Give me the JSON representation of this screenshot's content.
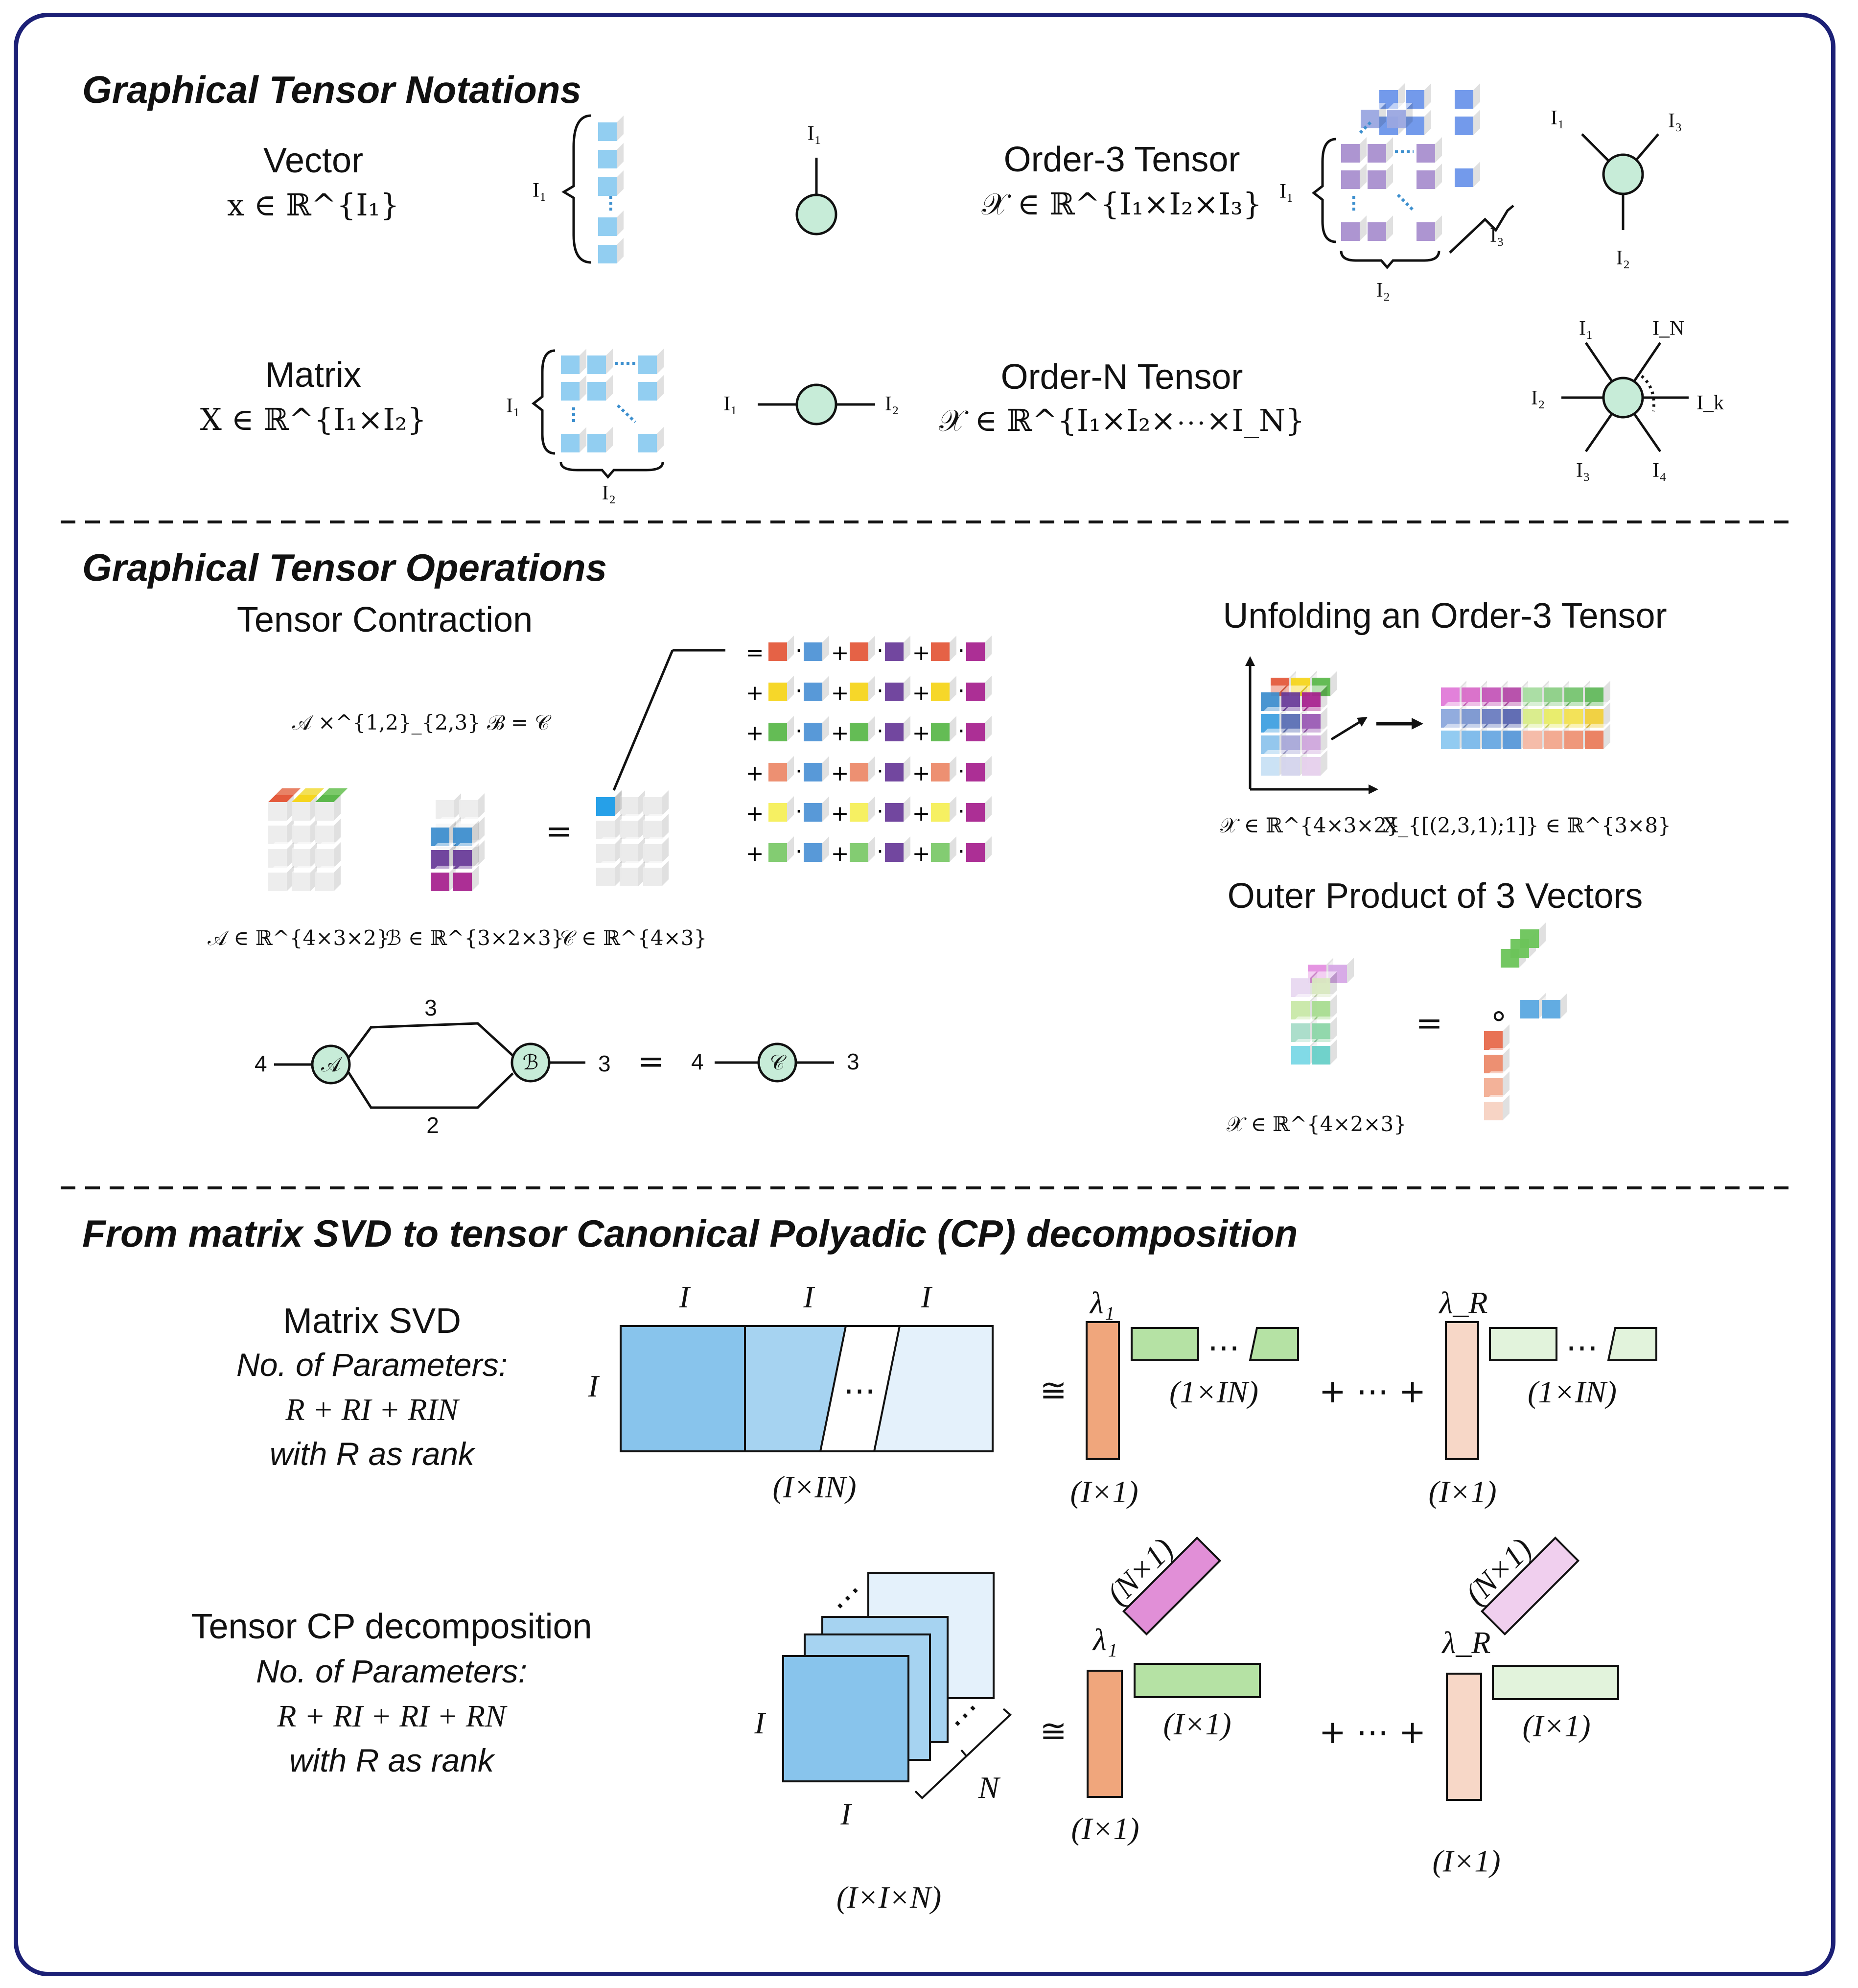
{
  "sections": {
    "notations": "Graphical Tensor Notations",
    "operations": "Graphical Tensor Operations",
    "decomposition": "From matrix SVD to tensor Canonical Polyadic (CP) decomposition"
  },
  "notations": {
    "vector": {
      "title": "Vector",
      "formula": "x ∈ ℝ^{I₁}",
      "index": "I₁"
    },
    "matrix": {
      "title": "Matrix",
      "formula": "X ∈ ℝ^{I₁×I₂}",
      "index_left": "I₁",
      "index_right": "I₂",
      "index_bottom": "I₂"
    },
    "order3": {
      "title": "Order-3 Tensor",
      "formula": "𝒳 ∈ ℝ^{I₁×I₂×I₃}",
      "i1": "I₁",
      "i2": "I₂",
      "i3": "I₃"
    },
    "orderN": {
      "title": "Order-N Tensor",
      "formula": "𝒳 ∈ ℝ^{I₁×I₂×⋯×I_N}",
      "i1": "I₁",
      "iN": "I_N",
      "i2": "I₂",
      "ik": "I_k",
      "i3": "I₃",
      "i4": "I₄"
    }
  },
  "operations": {
    "contraction": {
      "title": "Tensor Contraction",
      "equation": "𝒜 ×^{1,2}_{2,3} ℬ = 𝒞",
      "a_label": "𝒜 ∈ ℝ^{4×3×2}",
      "b_label": "ℬ ∈ ℝ^{3×2×3}",
      "c_label": "𝒞 ∈ ℝ^{4×3}",
      "equals": "=",
      "graph": {
        "left": "4",
        "top": "3",
        "bottom": "2",
        "right": "3",
        "c_left": "4",
        "c_right": "3",
        "a": "𝒜",
        "b": "ℬ",
        "c": "𝒞"
      }
    },
    "unfolding": {
      "title": "Unfolding  an Order-3 Tensor",
      "x_label": "𝒳 ∈ ℝ^{4×3×2}",
      "result_label": "X_{[(2,3,1);1]} ∈ ℝ^{3×8}"
    },
    "outer": {
      "title": "Outer Product of 3 Vectors",
      "x_label": "𝒳 ∈ ℝ^{4×2×3}",
      "equals": "=",
      "circ": "∘"
    }
  },
  "decomposition": {
    "svd": {
      "title": "Matrix SVD",
      "params_label": "No. of Parameters:",
      "params": "R + RI + RIN",
      "rank_note": "with R as rank",
      "dim_I": "I",
      "size": "(I×IN)",
      "approx": "≅",
      "lambda1": "λ₁",
      "lambdaR": "λ_R",
      "col_size": "(I×1)",
      "row_size": "(1×IN)",
      "ellipsis": "…",
      "plus_dots": "+ ⋯ +"
    },
    "cp": {
      "title": "Tensor CP decomposition",
      "params_label": "No. of Parameters:",
      "params": "R + RI + RI + RN",
      "rank_note": "with R as rank",
      "dim_I": "I",
      "dim_N": "N",
      "size": "(I×I×N)",
      "approx": "≅",
      "lambda1": "λ₁",
      "lambdaR": "λ_R",
      "col_size": "(I×1)",
      "row_size": "(I×1)",
      "diag_size": "(N×1)",
      "plus_dots": "+ ⋯ +"
    }
  },
  "colors": {
    "border": "#1c2076",
    "node": "#c7ecd8",
    "orange": "#f0a67c",
    "orange_light": "#f7d7c7",
    "green": "#b5e2a4",
    "green_light": "#e2f3dc",
    "pink": "#e18fd7",
    "pink_light": "#f0cfee",
    "blue": "#88c4ec",
    "blue_mid": "#a6d3f1",
    "blue_light": "#e4f1fb"
  }
}
